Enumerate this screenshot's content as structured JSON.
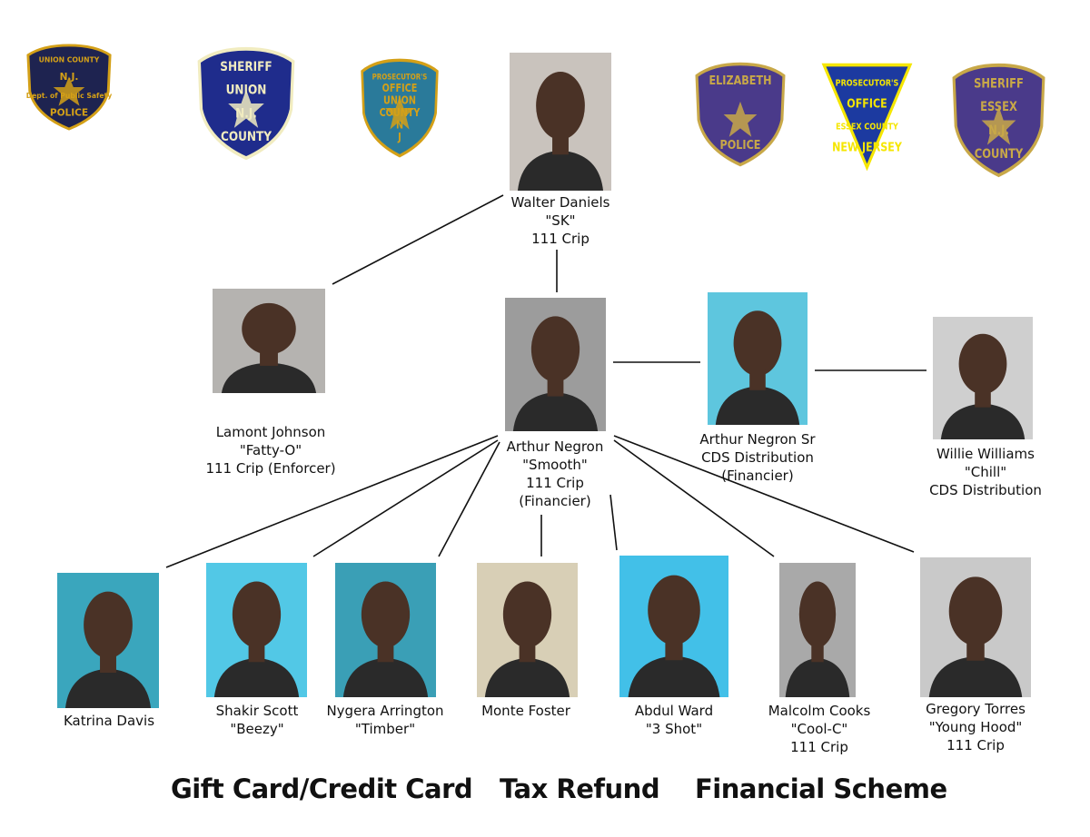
{
  "badges": [
    {
      "name": "union-county-police-badge",
      "lines": [
        "UNION COUNTY",
        "N.J.",
        "Dept. of Public Safety",
        "POLICE"
      ],
      "bg": "#1e2350",
      "trim": "#d4a017"
    },
    {
      "name": "union-county-sheriff-badge",
      "lines": [
        "SHERIFF",
        "UNION",
        "N.J.",
        "COUNTY"
      ],
      "bg": "#1f2c8c",
      "trim": "#f1ecc0"
    },
    {
      "name": "union-county-prosecutor-badge",
      "lines": [
        "PROSECUTOR'S",
        "OFFICE",
        "UNION",
        "COUNTY",
        "N",
        "J"
      ],
      "bg": "#2a7a9a",
      "trim": "#d4a017"
    },
    {
      "name": "elizabeth-police-badge",
      "lines": [
        "ELIZABETH",
        "POLICE"
      ],
      "bg": "#4a3a8a",
      "trim": "#c8a848"
    },
    {
      "name": "essex-county-prosecutor-badge",
      "lines": [
        "PROSECUTOR'S",
        "OFFICE",
        "ESSEX COUNTY",
        "NEW JERSEY"
      ],
      "bg": "#1c3aa0",
      "trim": "#f5e600"
    },
    {
      "name": "essex-county-sheriff-badge",
      "lines": [
        "SHERIFF",
        "ESSEX",
        "N.J.",
        "COUNTY"
      ],
      "bg": "#4a3a8a",
      "trim": "#c8a848"
    }
  ],
  "people": [
    {
      "id": "walter-daniels",
      "lines": [
        "Walter Daniels",
        "\"SK\"",
        "111 Crip"
      ],
      "photo_bg": "#c9c3bd"
    },
    {
      "id": "lamont-johnson",
      "lines": [
        "Lamont Johnson",
        "\"Fatty-O\"",
        "111 Crip (Enforcer)"
      ],
      "photo_bg": "#b5b3b0"
    },
    {
      "id": "arthur-negron",
      "lines": [
        "Arthur Negron",
        "\"Smooth\"",
        "111 Crip",
        "(Financier)"
      ],
      "photo_bg": "#9c9c9c"
    },
    {
      "id": "arthur-negron-sr",
      "lines": [
        "Arthur Negron Sr",
        "CDS Distribution",
        "(Financier)"
      ],
      "photo_bg": "#5ec6de"
    },
    {
      "id": "willie-williams",
      "lines": [
        "Willie Williams",
        "\"Chill\"",
        "CDS Distribution"
      ],
      "photo_bg": "#cfcfcf"
    },
    {
      "id": "katrina-davis",
      "lines": [
        "Katrina Davis"
      ],
      "photo_bg": "#3aa6bd"
    },
    {
      "id": "shakir-scott",
      "lines": [
        "Shakir Scott",
        "\"Beezy\""
      ],
      "photo_bg": "#52c8e6"
    },
    {
      "id": "nygera-arrington",
      "lines": [
        "Nygera Arrington",
        "\"Timber\""
      ],
      "photo_bg": "#3a9fb6"
    },
    {
      "id": "monte-foster",
      "lines": [
        "Monte Foster"
      ],
      "photo_bg": "#d8cfb6"
    },
    {
      "id": "abdul-ward",
      "lines": [
        "Abdul Ward",
        "\"3 Shot\""
      ],
      "photo_bg": "#42c0e8"
    },
    {
      "id": "malcolm-cooks",
      "lines": [
        "Malcolm Cooks",
        "\"Cool-C\"",
        "111 Crip"
      ],
      "photo_bg": "#a9a9a9"
    },
    {
      "id": "gregory-torres",
      "lines": [
        "Gregory Torres",
        "\"Young Hood\"",
        "111 Crip"
      ],
      "photo_bg": "#c9c9c9"
    }
  ],
  "schemes": [
    "Gift Card/Credit Card",
    "Tax Refund",
    "Financial Scheme"
  ],
  "connections": [
    [
      "walter-daniels",
      "lamont-johnson"
    ],
    [
      "walter-daniels",
      "arthur-negron"
    ],
    [
      "arthur-negron",
      "arthur-negron-sr"
    ],
    [
      "arthur-negron-sr",
      "willie-williams"
    ],
    [
      "arthur-negron",
      "katrina-davis"
    ],
    [
      "arthur-negron",
      "shakir-scott"
    ],
    [
      "arthur-negron",
      "nygera-arrington"
    ],
    [
      "arthur-negron",
      "monte-foster"
    ],
    [
      "arthur-negron",
      "abdul-ward"
    ],
    [
      "arthur-negron",
      "malcolm-cooks"
    ],
    [
      "arthur-negron",
      "gregory-torres"
    ]
  ]
}
